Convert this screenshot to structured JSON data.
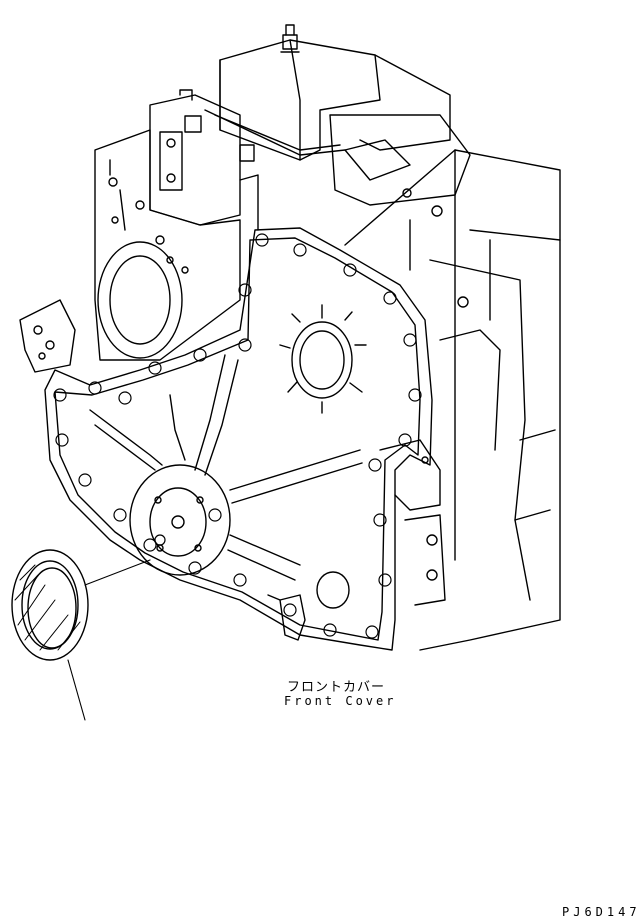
{
  "figure": {
    "callout_jp": "フロントカバー",
    "callout_en": "Front Cover",
    "figure_code": "PJ6D147"
  },
  "colors": {
    "ink": "#000000",
    "paper": "#ffffff"
  }
}
